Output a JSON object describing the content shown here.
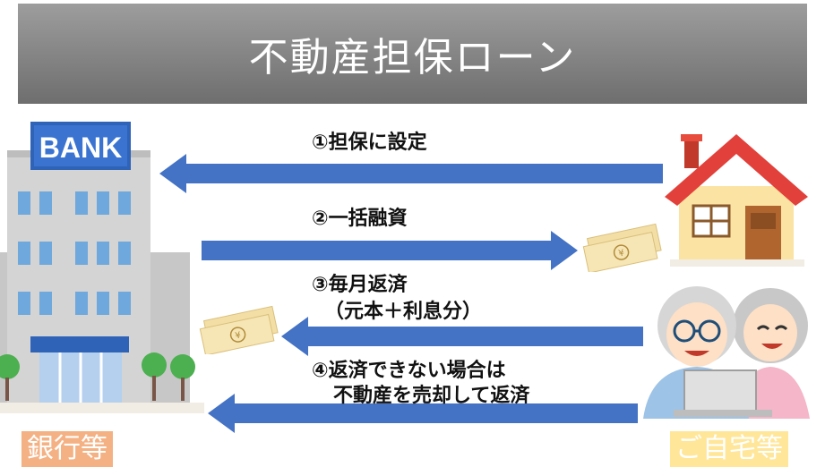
{
  "title": "不動産担保ローン",
  "bank_sign": "BANK",
  "steps": {
    "step1": "①担保に設定",
    "step2": "②一括融資",
    "step3_line1": "③毎月返済",
    "step3_line2": "（元本＋利息分）",
    "step4_line1": "④返済できない場合は",
    "step4_line2": "不動産を売却して返済"
  },
  "parties": {
    "left": "銀行等",
    "right": "ご自宅等"
  },
  "colors": {
    "arrow": "#4472c4",
    "banner": "#808080",
    "left_badge": "#f4b183",
    "right_badge": "#ffe699"
  },
  "icons": {
    "bank": "bank-building-icon",
    "house": "house-icon",
    "cash_right": "yen-bills-icon",
    "cash_left": "yen-bills-icon",
    "people": "elderly-couple-icon"
  }
}
